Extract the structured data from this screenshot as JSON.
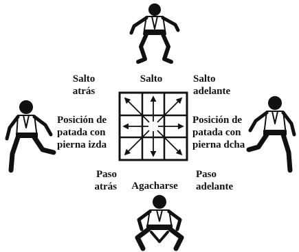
{
  "labels": {
    "jump_back": [
      "Salto",
      "atrás"
    ],
    "jump": [
      "Salto"
    ],
    "jump_forward": [
      "Salto",
      "adelante"
    ],
    "kick_left": [
      "Posición de",
      "patada con",
      "pierna izda"
    ],
    "kick_right": [
      "Posición de",
      "patada con",
      "pierna dcha"
    ],
    "step_back": [
      "Paso",
      "atrás"
    ],
    "crouch": [
      "Agacharse"
    ],
    "step_forward": [
      "Paso",
      "adelante"
    ]
  },
  "fighters": {
    "top": "jumping-fighter",
    "left": "left-kick-fighter",
    "right": "right-kick-fighter",
    "bottom": "crouching-fighter"
  },
  "colors": {
    "ink": "#111111",
    "paper": "#ffffff"
  }
}
